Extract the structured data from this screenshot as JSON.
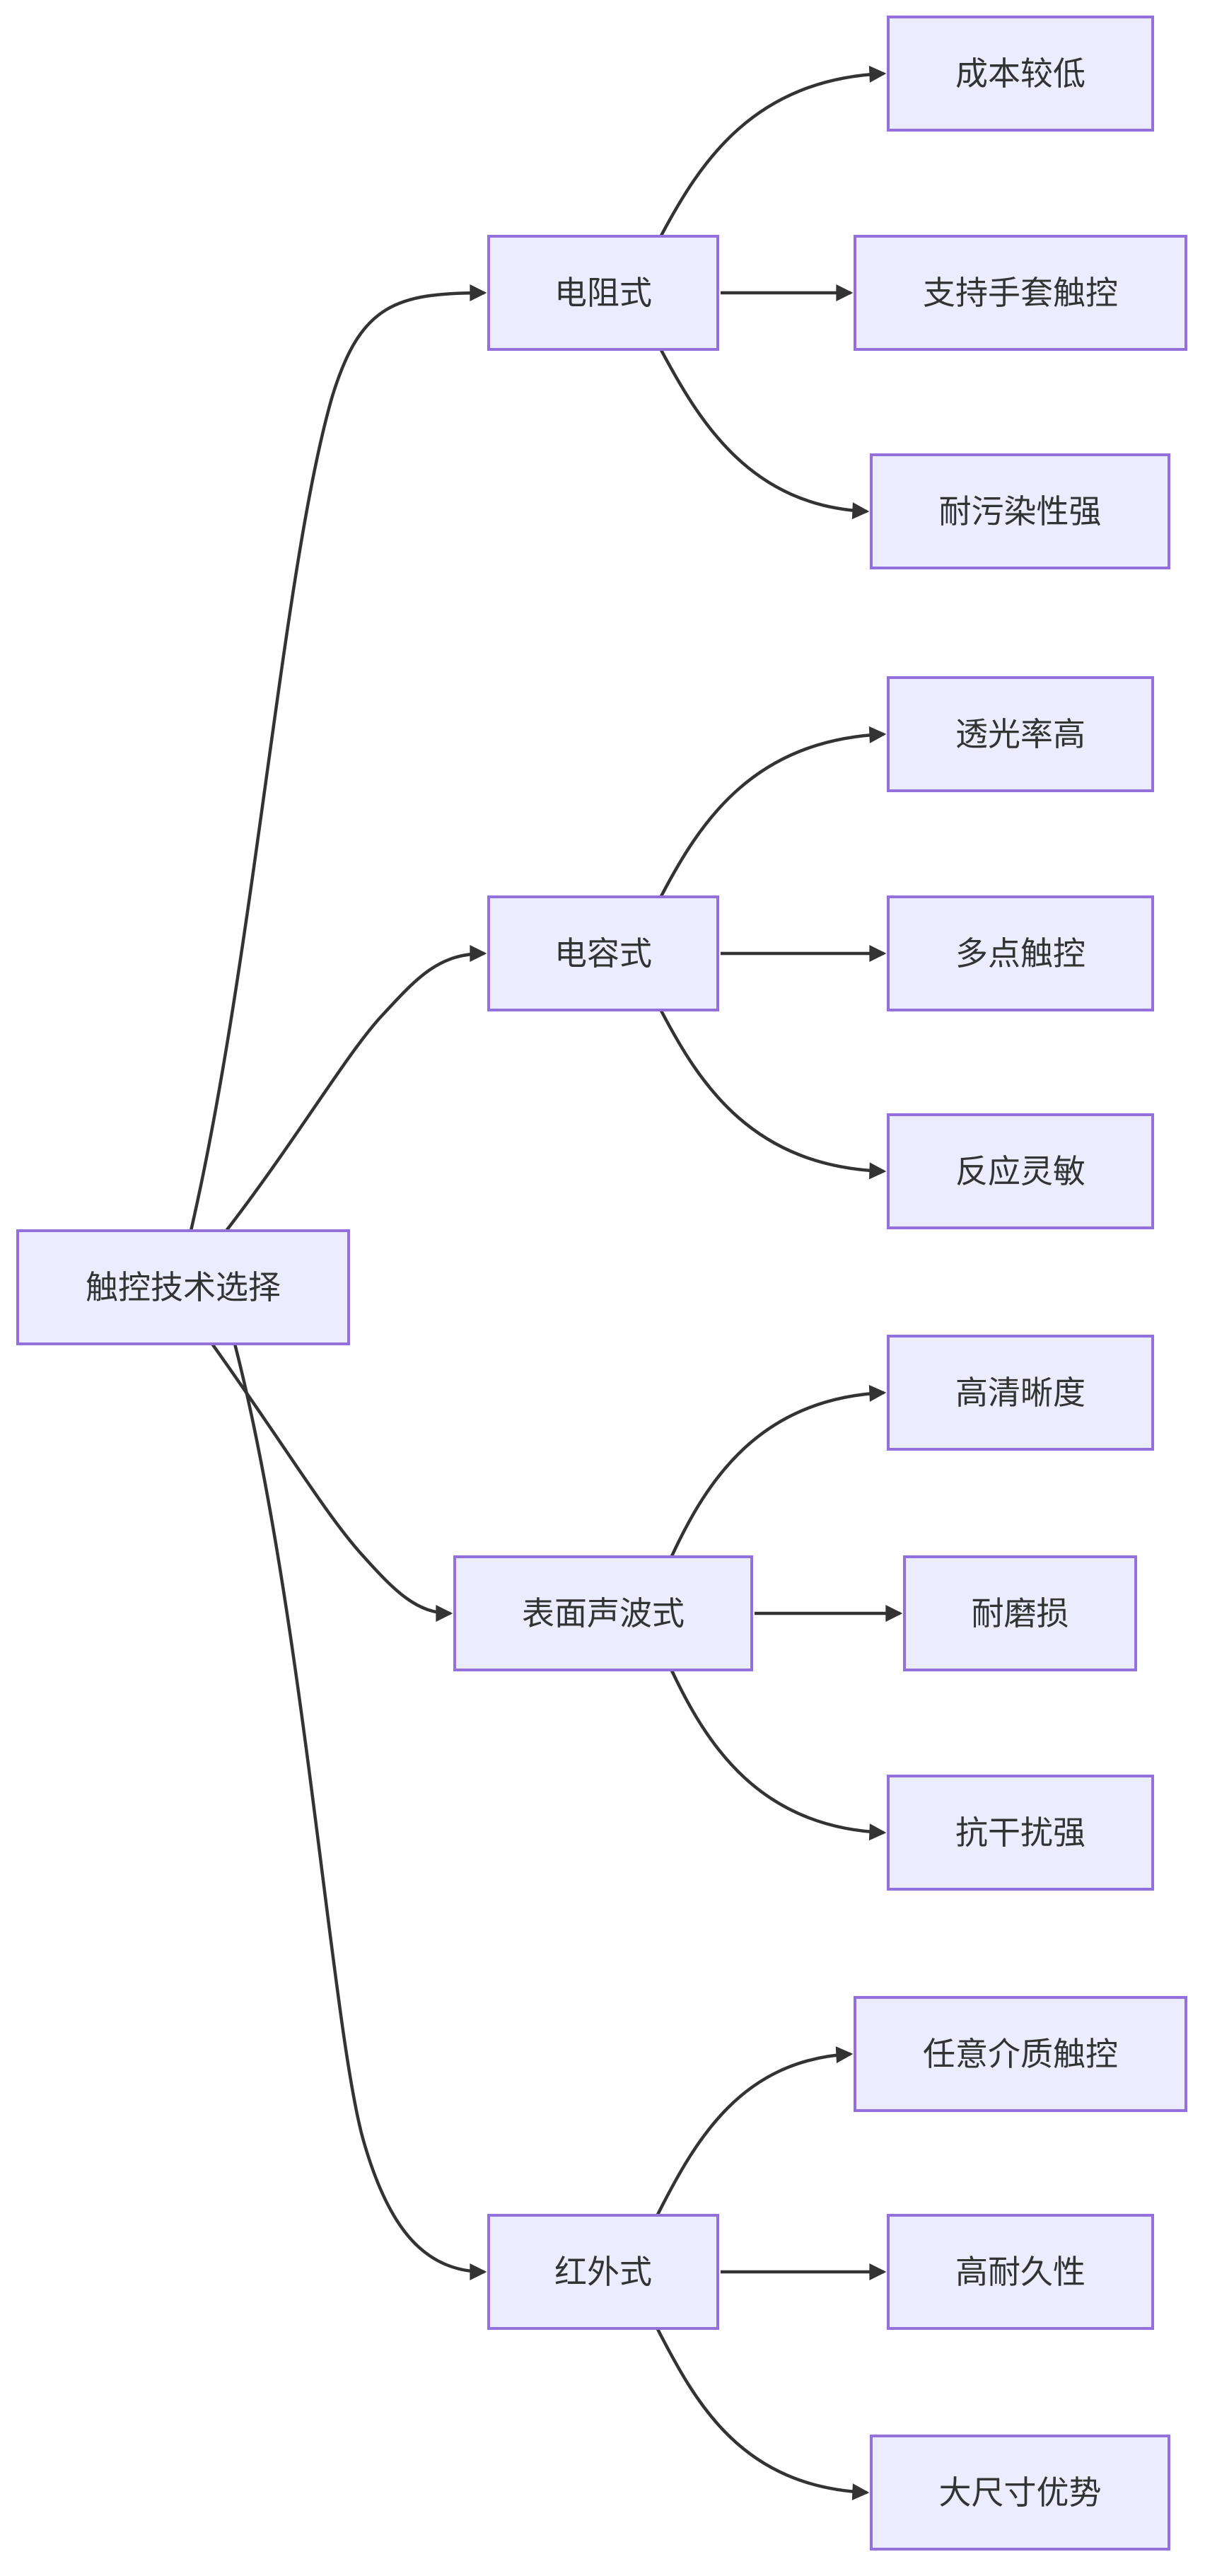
{
  "diagram": {
    "type": "flowchart-lr",
    "root_label": "触控技术选择",
    "branches": [
      {
        "label": "电阻式",
        "leaves": [
          "成本较低",
          "支持手套触控",
          "耐污染性强"
        ]
      },
      {
        "label": "电容式",
        "leaves": [
          "透光率高",
          "多点触控",
          "反应灵敏"
        ]
      },
      {
        "label": "表面声波式",
        "leaves": [
          "高清晰度",
          "耐磨损",
          "抗干扰强"
        ]
      },
      {
        "label": "红外式",
        "leaves": [
          "任意介质触控",
          "高耐久性",
          "大尺寸优势"
        ]
      }
    ]
  },
  "colors": {
    "background": "#FFFFFF",
    "node_fill": "#ECECFF",
    "node_border": "#9370DB",
    "edge": "#333333",
    "text": "#333333"
  }
}
